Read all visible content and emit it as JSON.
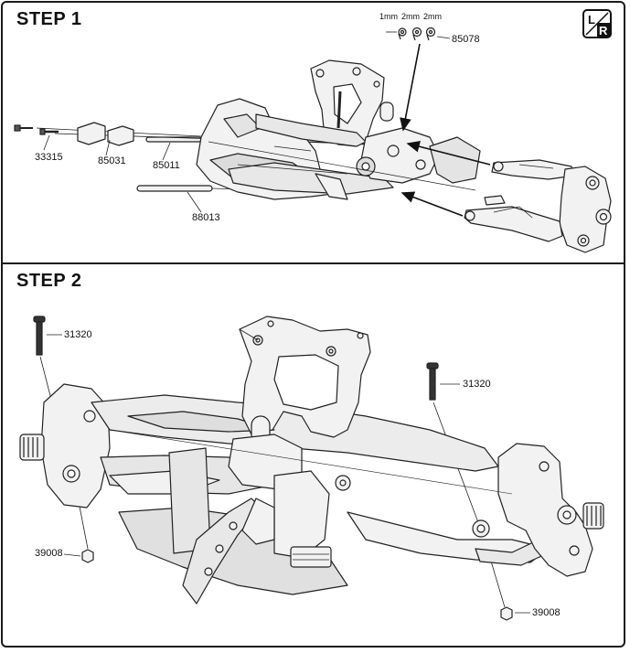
{
  "step1": {
    "title": "STEP 1",
    "spacers": [
      "1mm",
      "2mm",
      "2mm"
    ],
    "parts": [
      "85078",
      "33315",
      "85031",
      "85011",
      "88013"
    ]
  },
  "step2": {
    "title": "STEP 2",
    "parts": [
      "31320",
      "31320",
      "39008",
      "39008"
    ]
  },
  "badge": {
    "letters": [
      "L",
      "R"
    ],
    "icon": "left-right-side-icon"
  }
}
